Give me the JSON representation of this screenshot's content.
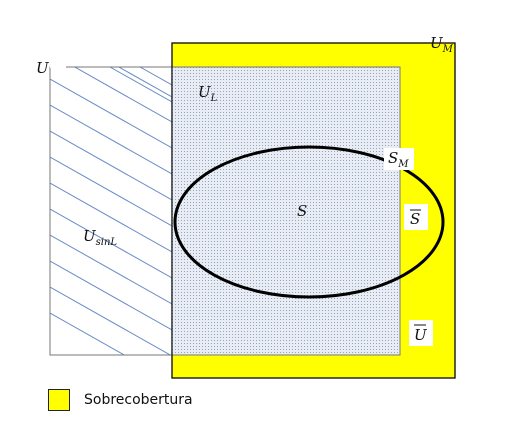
{
  "colors": {
    "overcoverage": "#ffff00",
    "dotted_fill": "#e8edf5",
    "dot": "#9aa3b5",
    "hatch": "#6b8cc7",
    "outline": "#000000"
  },
  "labels": {
    "U": "U",
    "U_M": "U",
    "U_M_sub": "M",
    "U_L": "U",
    "U_L_sub": "L",
    "U_sinL": "U",
    "U_sinL_sub": "sinL",
    "S": "S",
    "S_M": "S",
    "S_M_sub": "M",
    "S_bar": "S",
    "U_bar": "U"
  },
  "legend": {
    "label": "Sobrecobertura"
  }
}
